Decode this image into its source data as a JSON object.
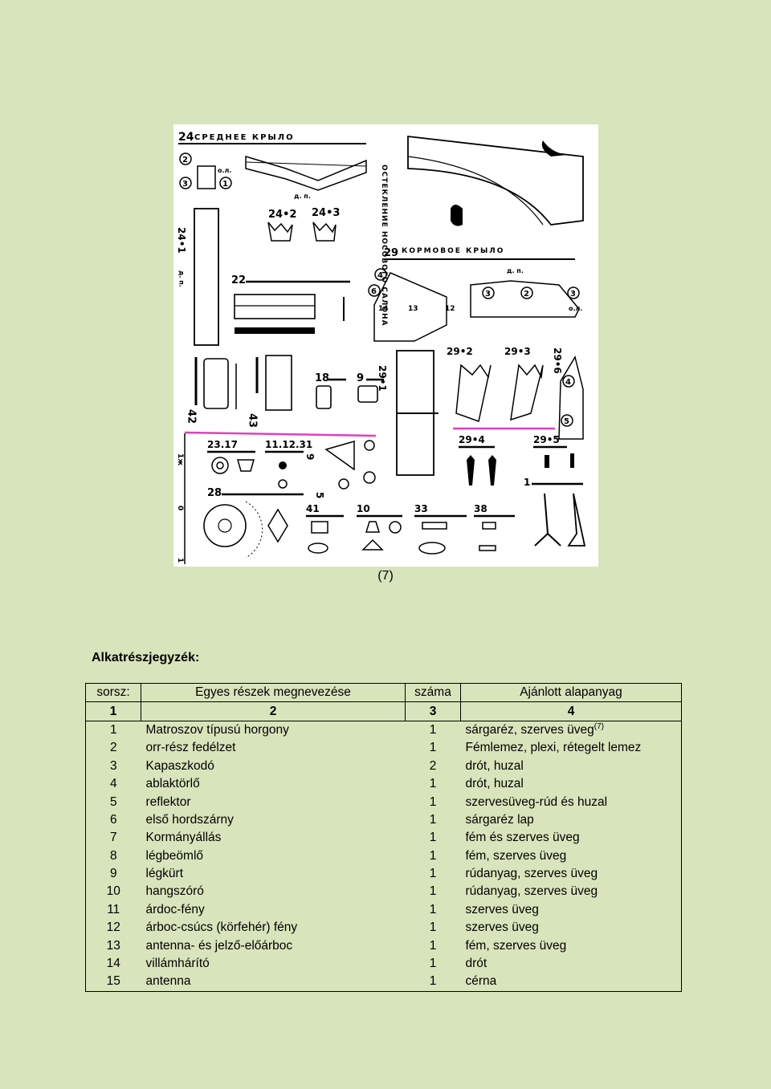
{
  "figure": {
    "labels": {
      "l24": "24",
      "l24_title": "СРЕДНЕЕ КРЫЛО",
      "l24_1": "24•1",
      "l24_2": "24•2",
      "l24_3": "24•3",
      "dp": "д. п.",
      "ol": "о.л.",
      "l22": "22",
      "l29": "29",
      "l29_title": "КОРМОВОЕ КРЫЛО",
      "l29_1": "29•1",
      "l29_2": "29•2",
      "l29_3": "29•3",
      "l29_4": "29•4",
      "l29_5": "29•5",
      "l29_6": "29•6",
      "l18": "18",
      "l9": "9",
      "l42": "42",
      "l43": "43",
      "l23_17": "23.17",
      "l11_12_31": "11.12.31",
      "l28": "28",
      "l41": "41",
      "l10": "10",
      "l33": "33",
      "l38": "38",
      "l1": "1",
      "l14": "14",
      "l13": "13",
      "l12": "12",
      "l5": "5",
      "c2": "2",
      "c3": "3",
      "c1": "1",
      "c4": "4",
      "c6": "6",
      "c5": "5",
      "vertical_text": "ОСТЕКЛЕНИЕ НОСОВОГО САЛОНА",
      "side_a": "1ж",
      "side_b": "0",
      "side_c": "1"
    },
    "caption": "(7)"
  },
  "heading": "Alkatrészjegyzék:",
  "table": {
    "headers": [
      "sorsz:",
      "Egyes részek megnevezése",
      "száma",
      "Ajánlott alapanyag"
    ],
    "numbers": [
      "1",
      "2",
      "3",
      "4"
    ],
    "rows": [
      {
        "n": "1",
        "name": "Matroszov típusú horgony",
        "qty": "1",
        "material": "sárgaréz, szerves üveg",
        "sup": "(7)"
      },
      {
        "n": "2",
        "name": "orr-rész fedélzet",
        "qty": "1",
        "material": "Fémlemez, plexi, rétegelt lemez"
      },
      {
        "n": "3",
        "name": "Kapaszkodó",
        "qty": "2",
        "material": "drót, huzal"
      },
      {
        "n": "4",
        "name": "ablaktörlő",
        "qty": "1",
        "material": "drót, huzal"
      },
      {
        "n": "5",
        "name": "reflektor",
        "qty": "1",
        "material": "szervesüveg-rúd és huzal"
      },
      {
        "n": "6",
        "name": "első hordszárny",
        "qty": "1",
        "material": "sárgaréz lap"
      },
      {
        "n": "7",
        "name": "Kormányállás",
        "qty": "1",
        "material": "fém és szerves üveg"
      },
      {
        "n": "8",
        "name": "légbeömlő",
        "qty": "1",
        "material": "fém, szerves üveg"
      },
      {
        "n": "9",
        "name": "légkürt",
        "qty": "1",
        "material": "rúdanyag, szerves üveg"
      },
      {
        "n": "10",
        "name": "hangszóró",
        "qty": "1",
        "material": "rúdanyag, szerves üveg"
      },
      {
        "n": "11",
        "name": "árdoc-fény",
        "qty": "1",
        "material": "szerves üveg"
      },
      {
        "n": "12",
        "name": "árboc-csúcs (körfehér) fény",
        "qty": "1",
        "material": "szerves üveg"
      },
      {
        "n": "13",
        "name": "antenna- és jelző-előárboc",
        "qty": "1",
        "material": "fém, szerves üveg"
      },
      {
        "n": "14",
        "name": "villámhárító",
        "qty": "1",
        "material": "drót"
      },
      {
        "n": "15",
        "name": "antenna",
        "qty": "1",
        "material": "cérna"
      }
    ]
  },
  "colors": {
    "background": "#d8e4bc",
    "magenta_line": "#e040c0"
  }
}
